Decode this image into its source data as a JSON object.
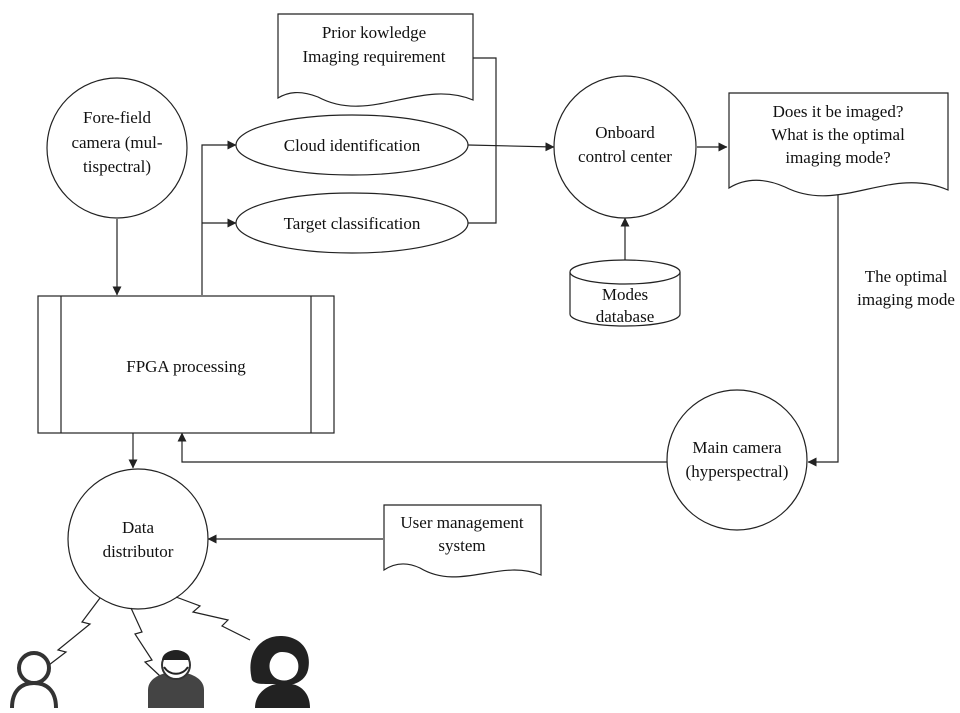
{
  "fore_field_camera": [
    "Fore-field",
    "camera (mul-",
    "tispectral)"
  ],
  "prior_knowledge_doc": [
    "Prior kowledge",
    "Imaging requirement"
  ],
  "cloud_identification": "Cloud identification",
  "target_classification": "Target classification",
  "onboard_control_center": [
    "Onboard",
    "control center"
  ],
  "decision_doc": [
    "Does it be imaged?",
    "What is the optimal",
    "imaging mode?"
  ],
  "modes_database": [
    "Modes",
    "database"
  ],
  "optimal_mode_label": [
    "The optimal",
    "imaging mode"
  ],
  "fpga_processing": "FPGA processing",
  "main_camera": [
    "Main camera",
    "(hyperspectral)"
  ],
  "data_distributor": [
    "Data",
    "distributor"
  ],
  "user_management_doc": [
    "User management",
    "system"
  ],
  "users": [
    {
      "icon": "person-outline-icon"
    },
    {
      "icon": "person-headset-icon"
    },
    {
      "icon": "person-woman-icon"
    }
  ]
}
